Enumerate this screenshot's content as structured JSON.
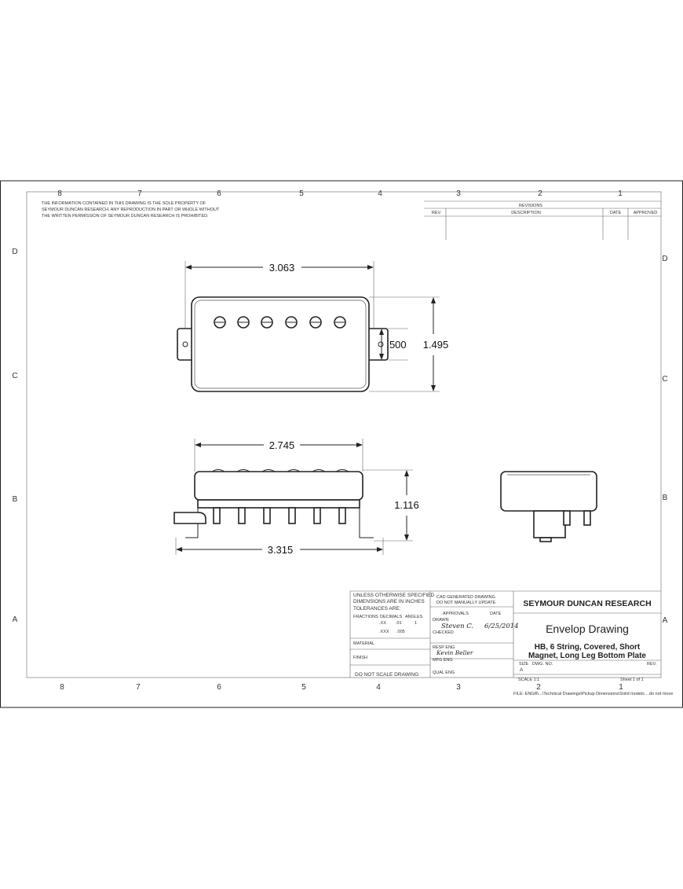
{
  "zone_columns_top": [
    "8",
    "7",
    "6",
    "5",
    "4",
    "3",
    "2",
    "1"
  ],
  "zone_columns_bottom": [
    "8",
    "7",
    "6",
    "5",
    "4",
    "3",
    "2",
    "1"
  ],
  "zone_rows": [
    "D",
    "C",
    "B",
    "A"
  ],
  "notice": {
    "line1": "THE INFORMATION CONTAINED IN THIS DRAWING IS THE SOLE PROPERTY OF",
    "line2": "SEYMOUR DUNCAN RESEARCH. ANY REPRODUCTION IN PART OR WHOLE WITHOUT",
    "line3": "THE WRITTEN PERMISSION OF SEYMOUR DUNCAN RESEARCH IS PROHIBITED."
  },
  "revisions": {
    "title": "REVISIONS",
    "rev": "REV.",
    "description": "DESCRIPTION",
    "date": "DATE",
    "approved": "APPROVED"
  },
  "dimensions": {
    "top_width": "3.063",
    "top_height": "1.495",
    "tab_height": ".500",
    "front_cover_width": "2.745",
    "front_height": "1.116",
    "front_total_width": "3.315"
  },
  "tolerances": {
    "line1": "UNLESS OTHERWISE SPECIFIED",
    "line2": "DIMENSIONS ARE IN INCHES",
    "line3": "TOLERANCES ARE:",
    "fractions": "FRACTIONS",
    "decimals": "DECIMALS",
    "angles": "ANGLES",
    "xx": ".XX",
    "xx_val": ".01",
    "angle_val": "1",
    "xxx": ".XXX",
    "xxx_val": ".005",
    "material": "MATERIAL",
    "finish": "FINISH",
    "no_scale": "DO NOT SCALE DRAWING"
  },
  "cad": {
    "line1": "CAD GENERATED DRAWING",
    "line2": "DO NOT MANUALLY UPDATE",
    "approvals": "APPROVALS",
    "date": "DATE",
    "drawn": "DRAWN",
    "drawn_by": "Steven C.",
    "drawn_date": "6/25/2014",
    "checked": "CHECKED",
    "resp_eng": "RESP ENG",
    "resp_eng_name": "Kevin Beller",
    "mfg_eng": "MFG ENG",
    "qual_eng": "QUAL ENG"
  },
  "title_block": {
    "company": "SEYMOUR DUNCAN RESEARCH",
    "drawing_type": "Envelop Drawing",
    "desc_line1": "HB, 6 String, Covered, Short",
    "desc_line2": "Magnet, Long Leg Bottom Plate",
    "size_label": "SIZE",
    "size": "A",
    "dwg_no": "DWG. NO.",
    "rev_label": "REV.",
    "scale": "SCALE  1:1",
    "sheet": "Sheet 1 of 1",
    "file": "FILE: ENGR\\...\\Technical Drawings\\Pickup Dimensions\\Solid models ...do not move"
  }
}
